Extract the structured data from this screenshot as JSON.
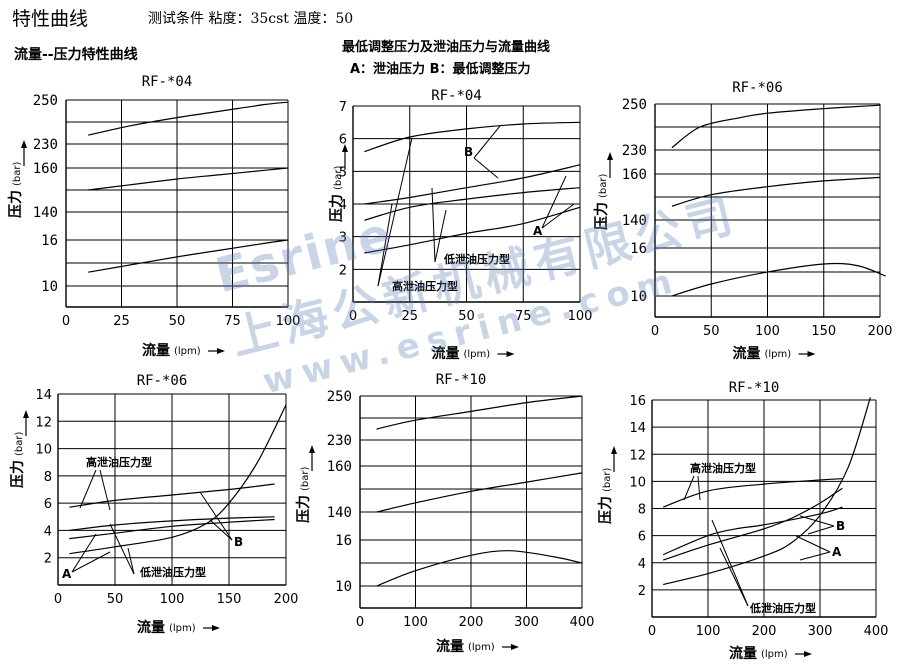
{
  "page": {
    "title": "特性曲线",
    "conditions": "测试条件 粘度：35cst 温度：50",
    "header_left": "流量--压力特性曲线",
    "header_mid": "最低调整压力及泄油压力与流量曲线",
    "header_mid_2": "A：泄油压力 B：最低调整压力"
  },
  "watermark": {
    "brand": "Esrine",
    "cn": "上海公新机械有限公司",
    "url": "www.esrine.com"
  },
  "chart_data": [
    {
      "type": "line",
      "title": "RF-*04",
      "xlabel": "流量",
      "xunit": "lpm",
      "ylabel": "压力",
      "yunit": "bar",
      "x_ticks": [
        "0",
        "25",
        "50",
        "75",
        "100"
      ],
      "xlim": [
        0,
        100
      ],
      "grid": true,
      "panels": [
        {
          "ticks": [
            "250",
            "230"
          ],
          "ylim": [
            230,
            250
          ],
          "series": [
            {
              "x": [
                10,
                30,
                50,
                70,
                90,
                100
              ],
              "y": [
                234,
                238.5,
                242,
                245,
                248,
                249
              ]
            }
          ]
        },
        {
          "ticks": [
            "160",
            "140"
          ],
          "ylim": [
            140,
            160
          ],
          "series": [
            {
              "x": [
                10,
                30,
                50,
                70,
                90,
                100
              ],
              "y": [
                150,
                152.5,
                155,
                157,
                159,
                160
              ]
            }
          ]
        },
        {
          "ticks": [
            "16",
            "10"
          ],
          "ylim": [
            10,
            16
          ],
          "series": [
            {
              "x": [
                10,
                30,
                50,
                70,
                90,
                100
              ],
              "y": [
                11.8,
                12.8,
                13.8,
                14.7,
                15.6,
                16
              ]
            }
          ]
        }
      ]
    },
    {
      "type": "line",
      "title": "RF-*04",
      "xlabel": "流量",
      "xunit": "lpm",
      "ylabel": "压力",
      "yunit": "bar",
      "x_ticks": [
        "0",
        "25",
        "50",
        "75",
        "100"
      ],
      "y_ticks": [
        "2",
        "3",
        "4",
        "5",
        "6",
        "7"
      ],
      "xlim": [
        0,
        100
      ],
      "ylim": [
        1,
        7
      ],
      "grid": true,
      "series": [
        {
          "x": [
            5,
            25,
            50,
            75,
            100
          ],
          "y": [
            5.6,
            6.05,
            6.3,
            6.45,
            6.5
          ]
        },
        {
          "x": [
            5,
            25,
            50,
            75,
            100
          ],
          "y": [
            4.0,
            4.2,
            4.5,
            4.8,
            5.2
          ]
        },
        {
          "x": [
            5,
            25,
            50,
            75,
            100
          ],
          "y": [
            3.5,
            3.9,
            4.15,
            4.35,
            4.5
          ]
        },
        {
          "x": [
            5,
            25,
            50,
            75,
            100
          ],
          "y": [
            2.5,
            2.75,
            3.1,
            3.4,
            3.9
          ]
        }
      ],
      "annotations": [
        "B",
        "A",
        "低泄油压力型",
        "高泄油压力型"
      ]
    },
    {
      "type": "line",
      "title": "RF-*06",
      "xlabel": "流量",
      "xunit": "lpm",
      "ylabel": "压力",
      "yunit": "bar",
      "x_ticks": [
        "0",
        "50",
        "100",
        "150",
        "200"
      ],
      "xlim": [
        0,
        200
      ],
      "grid": true,
      "panels": [
        {
          "ticks": [
            "250",
            "230"
          ],
          "ylim": [
            230,
            250
          ],
          "series": [
            {
              "x": [
                15,
                40,
                75,
                100,
                150,
                200
              ],
              "y": [
                231,
                240,
                244,
                246,
                248,
                249.5
              ]
            }
          ]
        },
        {
          "ticks": [
            "160",
            "140"
          ],
          "ylim": [
            140,
            160
          ],
          "series": [
            {
              "x": [
                15,
                50,
                100,
                150,
                200
              ],
              "y": [
                146,
                151,
                154.5,
                157,
                158.5
              ]
            }
          ]
        },
        {
          "ticks": [
            "16",
            "10"
          ],
          "ylim": [
            10,
            16
          ],
          "series": [
            {
              "x": [
                15,
                50,
                100,
                150,
                180,
                205
              ],
              "y": [
                10,
                11.5,
                13,
                14,
                13.8,
                12.5
              ]
            }
          ]
        }
      ]
    },
    {
      "type": "line",
      "title": "RF-*06",
      "xlabel": "流量",
      "xunit": "lpm",
      "ylabel": "压力",
      "yunit": "bar",
      "x_ticks": [
        "0",
        "50",
        "100",
        "150",
        "200"
      ],
      "y_ticks": [
        "2",
        "4",
        "6",
        "8",
        "10",
        "12",
        "14"
      ],
      "xlim": [
        0,
        200
      ],
      "ylim": [
        0,
        14
      ],
      "grid": true,
      "series": [
        {
          "x": [
            10,
            50,
            100,
            150,
            190
          ],
          "y": [
            5.7,
            6.2,
            6.6,
            7.0,
            7.4
          ]
        },
        {
          "x": [
            10,
            50,
            100,
            130,
            150,
            175,
            200
          ],
          "y": [
            2.3,
            2.8,
            3.5,
            4.5,
            6.0,
            9.0,
            13.2
          ]
        },
        {
          "x": [
            10,
            50,
            100,
            150,
            190
          ],
          "y": [
            4.0,
            4.4,
            4.7,
            4.9,
            5.0
          ]
        },
        {
          "x": [
            10,
            50,
            100,
            150,
            190
          ],
          "y": [
            3.4,
            3.8,
            4.3,
            4.6,
            4.8
          ]
        }
      ],
      "annotations": [
        "高泄油压力型",
        "低泄油压力型",
        "A",
        "B"
      ]
    },
    {
      "type": "line",
      "title": "RF-*10",
      "xlabel": "流量",
      "xunit": "lpm",
      "ylabel": "压力",
      "yunit": "bar",
      "x_ticks": [
        "0",
        "100",
        "200",
        "300",
        "400"
      ],
      "xlim": [
        0,
        400
      ],
      "grid": true,
      "panels": [
        {
          "ticks": [
            "250",
            "230"
          ],
          "ylim": [
            230,
            250
          ],
          "series": [
            {
              "x": [
                30,
                100,
                200,
                300,
                400
              ],
              "y": [
                235,
                239,
                243,
                247,
                250
              ]
            }
          ]
        },
        {
          "ticks": [
            "160",
            "140"
          ],
          "ylim": [
            140,
            160
          ],
          "series": [
            {
              "x": [
                30,
                100,
                200,
                300,
                400
              ],
              "y": [
                140,
                144,
                149,
                153,
                157
              ]
            }
          ]
        },
        {
          "ticks": [
            "16",
            "10"
          ],
          "ylim": [
            10,
            16
          ],
          "series": [
            {
              "x": [
                30,
                100,
                200,
                270,
                350,
                400
              ],
              "y": [
                10,
                12,
                14,
                14.6,
                13.8,
                13
              ]
            }
          ]
        }
      ]
    },
    {
      "type": "line",
      "title": "RF-*10",
      "xlabel": "流量",
      "xunit": "lpm",
      "ylabel": "压力",
      "yunit": "bar",
      "x_ticks": [
        "0",
        "100",
        "200",
        "300",
        "400"
      ],
      "y_ticks": [
        "2",
        "4",
        "6",
        "8",
        "10",
        "12",
        "14",
        "16"
      ],
      "xlim": [
        0,
        400
      ],
      "ylim": [
        0,
        16
      ],
      "grid": true,
      "series": [
        {
          "x": [
            20,
            100,
            200,
            300,
            340
          ],
          "y": [
            8.1,
            9.3,
            9.8,
            10.1,
            10.2
          ]
        },
        {
          "x": [
            20,
            100,
            150,
            200,
            300,
            340
          ],
          "y": [
            4.6,
            6.0,
            6.5,
            6.8,
            7.6,
            8.1
          ]
        },
        {
          "x": [
            20,
            100,
            200,
            250,
            300,
            340
          ],
          "y": [
            4.2,
            5.3,
            6.5,
            7.3,
            8.4,
            9.5
          ]
        },
        {
          "x": [
            20,
            100,
            200,
            250,
            300,
            350,
            390
          ],
          "y": [
            2.4,
            3.2,
            4.5,
            5.5,
            7.5,
            11.0,
            16.2
          ]
        }
      ],
      "annotations": [
        "高泄油压力型",
        "低泄油压力型",
        "B",
        "A"
      ]
    }
  ]
}
